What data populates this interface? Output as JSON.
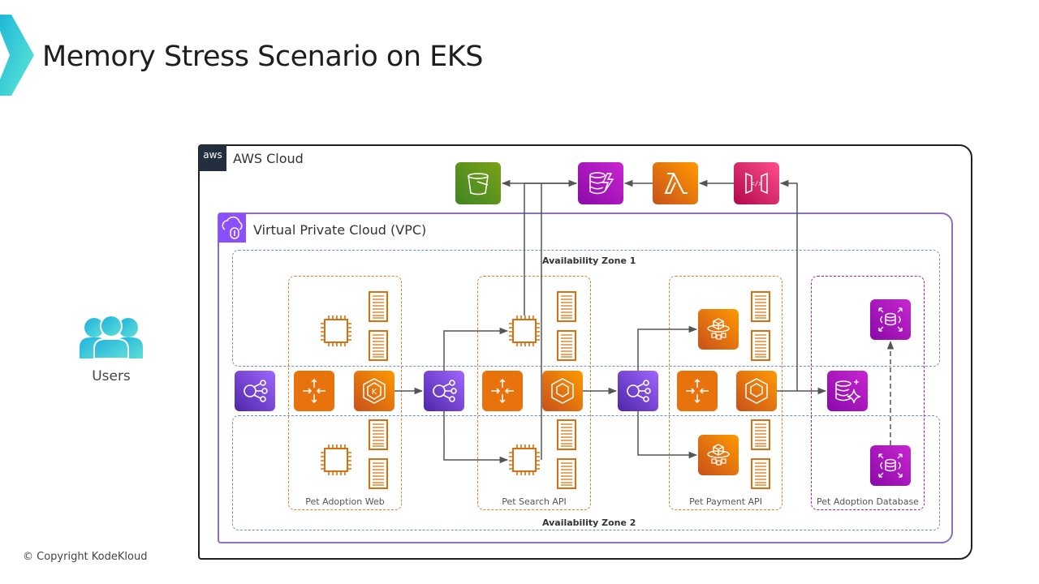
{
  "title": "Memory Stress Scenario on EKS",
  "users": {
    "label": "Users",
    "icon": "users-icon"
  },
  "copyright": "© Copyright KodeKloud",
  "aws_cloud": {
    "badge": "aws",
    "label": "AWS Cloud"
  },
  "vpc": {
    "label": "Virtual Private Cloud (VPC)",
    "icon": "vpc-cloud-icon"
  },
  "availability_zones": [
    {
      "label": "Availability Zone 1"
    },
    {
      "label": "Availability Zone 2"
    }
  ],
  "services": [
    {
      "label": "Pet Adoption Web",
      "icons": [
        "ec2-instance-icon",
        "document-icon",
        "load-balancer-icon",
        "eks-icon"
      ]
    },
    {
      "label": "Pet Search API",
      "icons": [
        "ec2-instance-icon",
        "document-icon",
        "load-balancer-icon",
        "ecs-icon"
      ]
    },
    {
      "label": "Pet Payment API",
      "icons": [
        "fargate-icon",
        "document-icon",
        "load-balancer-icon",
        "ecs-icon"
      ]
    },
    {
      "label": "Pet Adoption Database",
      "icons": [
        "rds-icon",
        "aurora-icon"
      ]
    }
  ],
  "top_services": [
    {
      "name": "s3-bucket",
      "icon": "s3-bucket-icon",
      "color": "#7aa116"
    },
    {
      "name": "dynamodb",
      "icon": "dynamodb-icon",
      "color": "#c925d1"
    },
    {
      "name": "lambda",
      "icon": "lambda-icon",
      "color": "#ed7100"
    },
    {
      "name": "api-gateway",
      "icon": "api-gateway-icon",
      "color": "#e7157b"
    }
  ],
  "colors": {
    "accent_teal": "#3fd0d4",
    "aws_dark": "#232f3e",
    "vpc_purple": "#8c4fff",
    "az_blue": "#6b8fc2",
    "service_orange": "#d9822b",
    "db_magenta": "#a020a0",
    "arrow_gray": "#555555"
  }
}
